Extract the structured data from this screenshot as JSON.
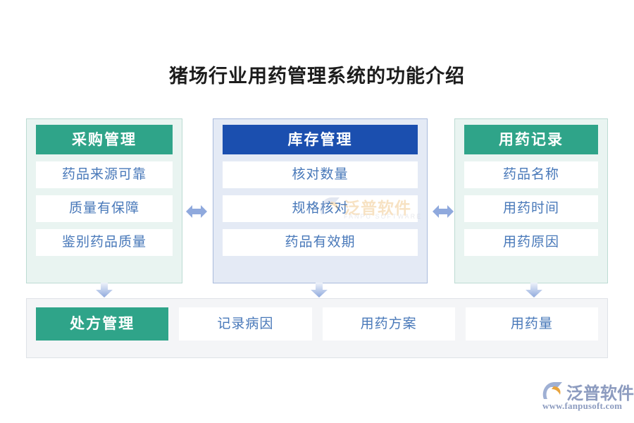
{
  "title": "猪场行业用药管理系统的功能介绍",
  "colors": {
    "green": "#2fa489",
    "blue": "#1b4faf",
    "item_text": "#4878b9",
    "green_panel_bg": "#e9f4f1",
    "blue_panel_bg": "#e4eaf5",
    "bottom_panel_bg": "#f4f5f7",
    "arrow": "#8fa9dd"
  },
  "columns": [
    {
      "header": "采购管理",
      "header_style": "green",
      "items": [
        "药品来源可靠",
        "质量有保障",
        "鉴别药品质量"
      ]
    },
    {
      "header": "库存管理",
      "header_style": "blue",
      "items": [
        "核对数量",
        "规格核对",
        "药品有效期"
      ]
    },
    {
      "header": "用药记录",
      "header_style": "green",
      "items": [
        "药品名称",
        "用药时间",
        "用药原因"
      ]
    }
  ],
  "bottom": {
    "highlight": "处方管理",
    "items": [
      "记录病因",
      "用药方案",
      "用药量"
    ]
  },
  "arrows": {
    "horizontal_icon": "double-arrow-horizontal-icon",
    "vertical_icon": "arrow-down-icon"
  },
  "watermark": {
    "name": "泛普软件",
    "sub": "FANPU SOFTWARE"
  },
  "logo": {
    "name": "泛普软件",
    "url": "www.fanpusoft.com"
  }
}
